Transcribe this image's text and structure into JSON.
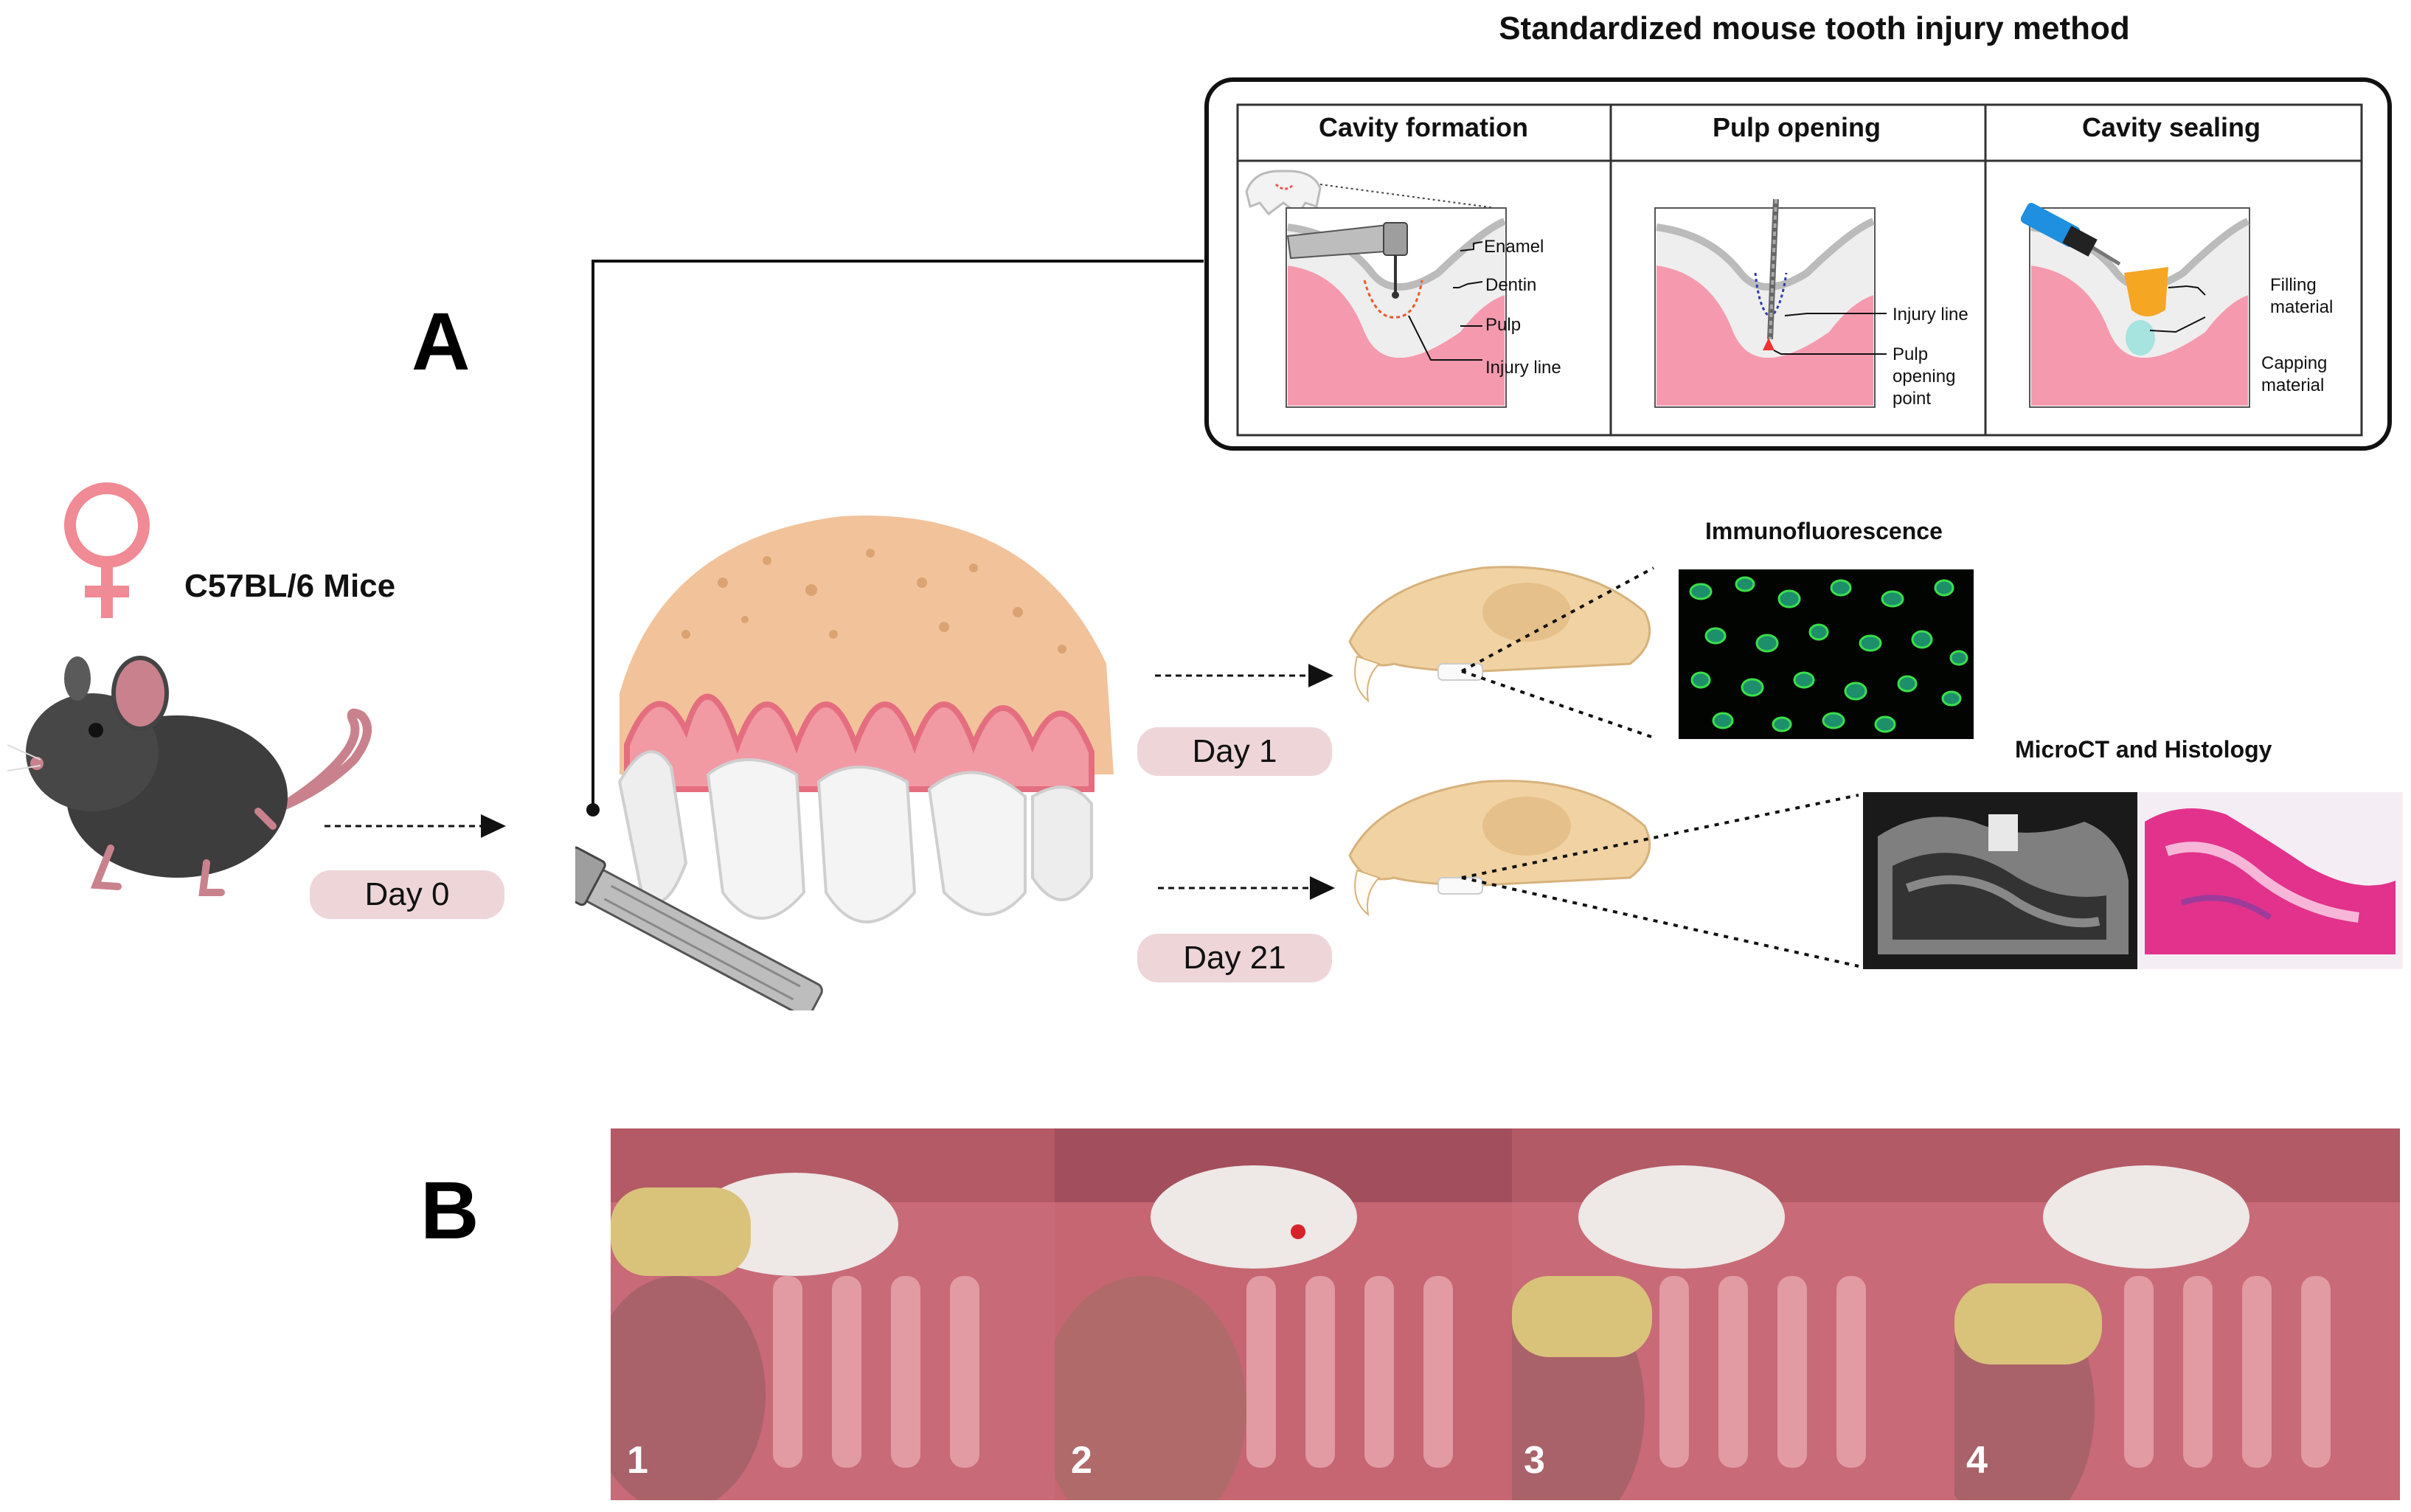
{
  "panel_a": {
    "letter": "A"
  },
  "panel_b": {
    "letter": "B"
  },
  "method": {
    "title": "Standardized mouse tooth injury method",
    "columns": [
      {
        "heading": "Cavity formation",
        "labels": [
          "Enamel",
          "Dentin",
          "Pulp",
          "Injury line"
        ]
      },
      {
        "heading": "Pulp opening",
        "labels": [
          "Injury line",
          "Pulp",
          "opening",
          "point"
        ]
      },
      {
        "heading": "Cavity sealing",
        "labels": [
          "Filling",
          "material",
          "Capping",
          "material"
        ]
      }
    ]
  },
  "mouse": {
    "label": "C57BL/6 Mice",
    "symbol": "female-symbol"
  },
  "timeline": {
    "day0": "Day 0",
    "day1": "Day 1",
    "day21": "Day 21"
  },
  "analysis": {
    "if_label": "Immunofluorescence",
    "ct_label": "MicroCT and Histology"
  },
  "photos": [
    "1",
    "2",
    "3",
    "4"
  ],
  "colors": {
    "pink_symbol": "#f08a94",
    "day_box": "#eed6d8",
    "pulp": "#f59aae",
    "filling": "#f5a623",
    "capping": "#a7e3df"
  }
}
